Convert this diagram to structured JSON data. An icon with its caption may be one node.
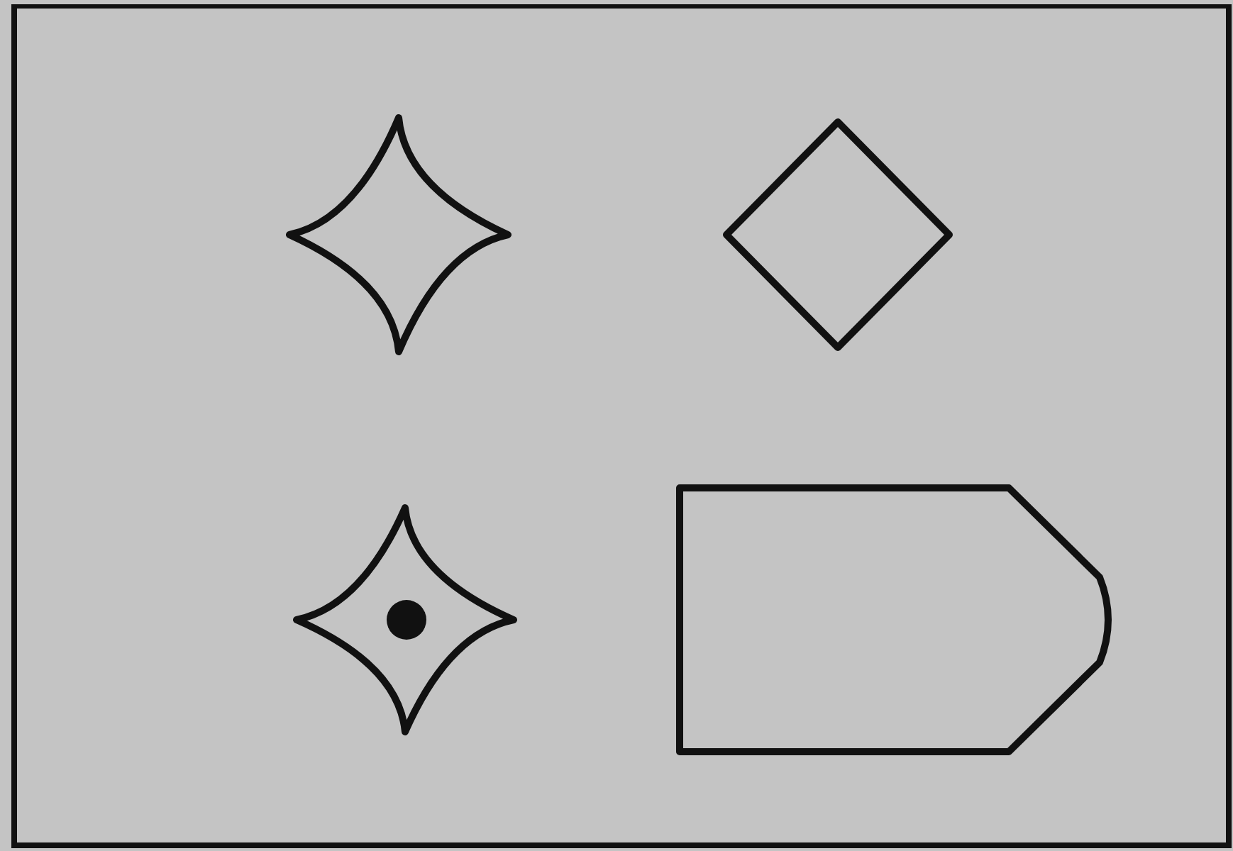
{
  "diagram": {
    "nodes": [
      {
        "text": [],
        "shape": "star"
      },
      {
        "text": [],
        "shape": "diamond"
      },
      {
        "text": [],
        "shape": "star"
      },
      {
        "text": [],
        "shape": "tag"
      }
    ]
  }
}
